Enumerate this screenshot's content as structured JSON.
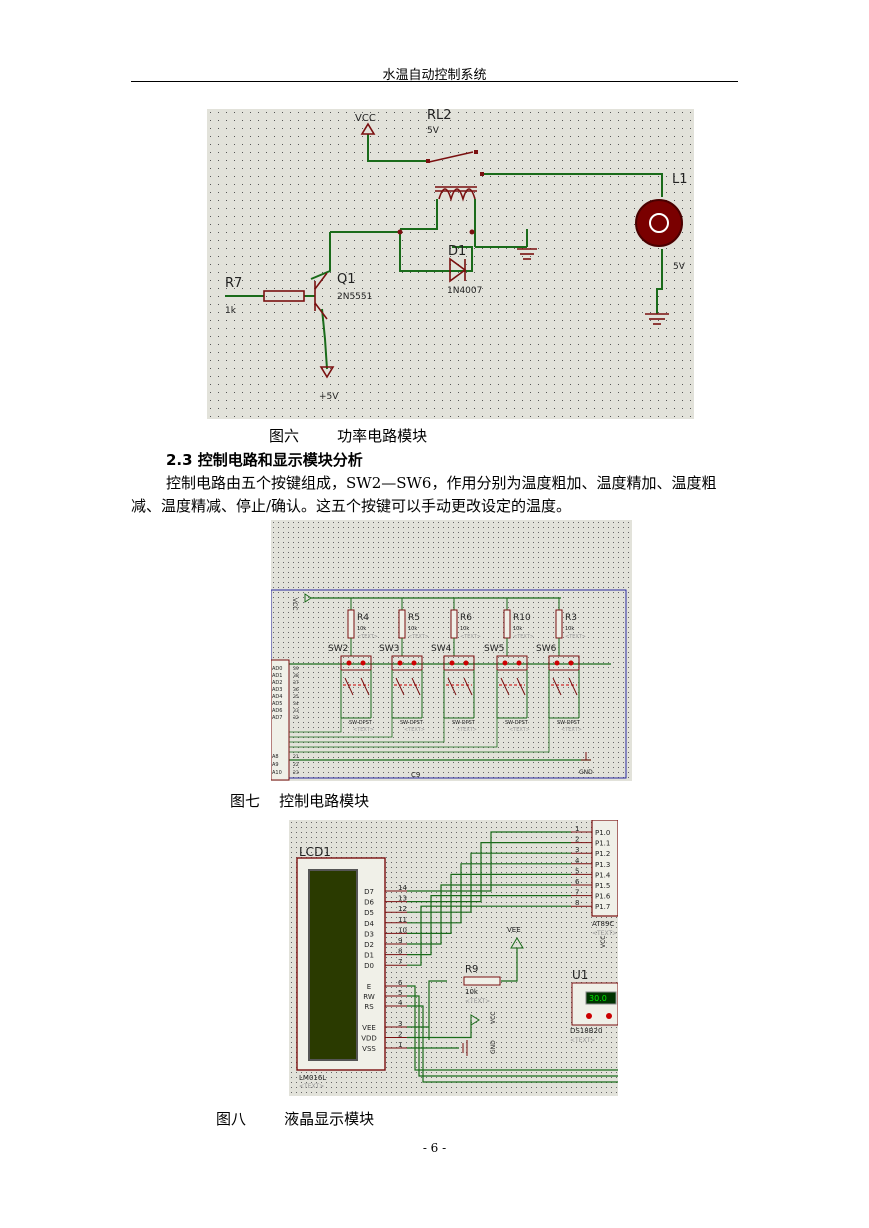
{
  "header": {
    "title": "水温自动控制系统"
  },
  "figure6": {
    "caption": "图六        功率电路模块",
    "labels": {
      "vcc": "VCC",
      "relay": "RL2",
      "relay_v": "5V",
      "lamp": "L1",
      "lamp_v": "5V",
      "diode": "D1",
      "diode_part": "1N4007",
      "transistor": "Q1",
      "transistor_part": "2N5551",
      "resistor": "R7",
      "resistor_v": "1k",
      "supply": "+5V"
    }
  },
  "section": {
    "heading": "2.3 控制电路和显示模块分析",
    "paragraph": "控制电路由五个按键组成，SW2—SW6，作用分别为温度粗加、温度精加、温度粗减、温度精减、停止/确认。这五个按键可以手动更改设定的温度。"
  },
  "figure7": {
    "caption": "图七    控制电路模块",
    "resistors": [
      {
        "name": "R4",
        "value": "10k"
      },
      {
        "name": "R5",
        "value": "10k"
      },
      {
        "name": "R6",
        "value": "10k"
      },
      {
        "name": "R10",
        "value": "10k"
      },
      {
        "name": "R3",
        "value": "10k"
      }
    ],
    "switches": [
      "SW2",
      "SW3",
      "SW4",
      "SW5",
      "SW6"
    ],
    "switch_part": "SW-DPST",
    "text_tag": "<TEXT>",
    "vcc": "VCC",
    "pins": [
      "AD0",
      "AD1",
      "AD2",
      "AD3",
      "AD4",
      "AD5",
      "AD6",
      "AD7"
    ],
    "pin_numbers": [
      "39",
      "38",
      "37",
      "36",
      "35",
      "34",
      "33",
      "32"
    ],
    "lower_pins": [
      "A8",
      "A9",
      "A10"
    ],
    "lower_pin_numbers": [
      "21",
      "22",
      "23"
    ],
    "c_label": "C9",
    "gnd": "GND"
  },
  "figure8": {
    "caption": "图八        液晶显示模块",
    "lcd_name": "LCD1",
    "lcd_part": "LM016L",
    "lcd_tag": "<TEXT>",
    "lcd_pins": [
      {
        "name": "D7",
        "num": "14"
      },
      {
        "name": "D6",
        "num": "13"
      },
      {
        "name": "D5",
        "num": "12"
      },
      {
        "name": "D4",
        "num": "11"
      },
      {
        "name": "D3",
        "num": "10"
      },
      {
        "name": "D2",
        "num": "9"
      },
      {
        "name": "D1",
        "num": "8"
      },
      {
        "name": "D0",
        "num": "7"
      }
    ],
    "ctrl_pins": [
      {
        "name": "E",
        "num": "6"
      },
      {
        "name": "RW",
        "num": "5"
      },
      {
        "name": "RS",
        "num": "4"
      }
    ],
    "power_pins": [
      {
        "name": "VEE",
        "num": "3"
      },
      {
        "name": "VDD",
        "num": "2"
      },
      {
        "name": "VSS",
        "num": "1"
      }
    ],
    "mcu_pins": [
      {
        "num": "1",
        "name": "P1.0"
      },
      {
        "num": "2",
        "name": "P1.1"
      },
      {
        "num": "3",
        "name": "P1.2"
      },
      {
        "num": "4",
        "name": "P1.3"
      },
      {
        "num": "5",
        "name": "P1.4"
      },
      {
        "num": "6",
        "name": "P1.5"
      },
      {
        "num": "7",
        "name": "P1.6"
      },
      {
        "num": "8",
        "name": "P1.7"
      }
    ],
    "mcu_name": "AT89C",
    "mcu_tag": "<TEXT>",
    "vcc": "VCC",
    "vee": "VEE",
    "pot": {
      "name": "R9",
      "value": "10k",
      "tag": "<TEXT>"
    },
    "sensor": {
      "name": "U1",
      "reading": "30.0",
      "part": "DS18B20",
      "tag": "<TEXT>"
    },
    "gnd": "GND"
  },
  "page_number": "- 6 -"
}
